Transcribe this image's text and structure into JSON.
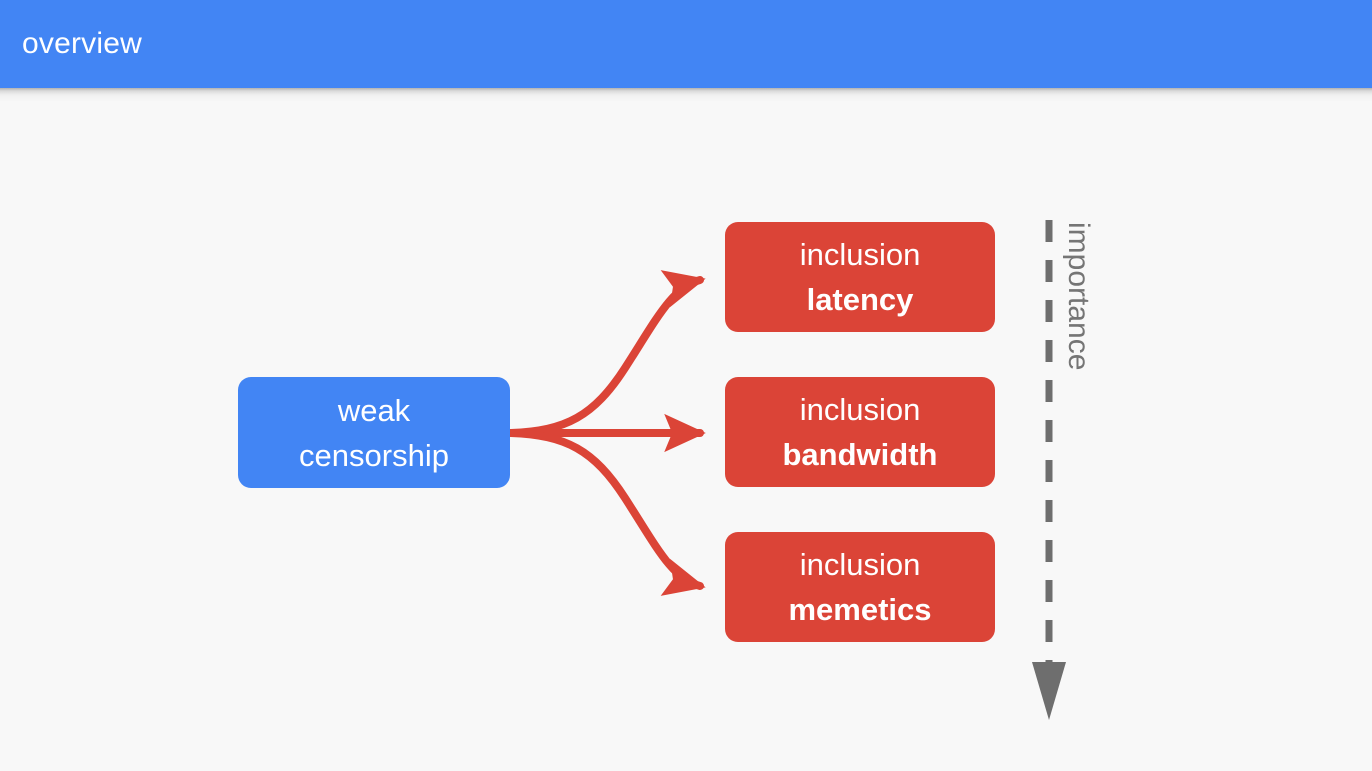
{
  "header": {
    "title": "overview",
    "background_color": "#4285f4",
    "text_color": "#ffffff"
  },
  "canvas": {
    "background_color": "#f8f8f8"
  },
  "diagram": {
    "source_node": {
      "line1": "weak",
      "line2": "censorship",
      "color": "#4285f4",
      "line2_bold": false
    },
    "targets": [
      {
        "line1": "inclusion",
        "line2": "latency",
        "color": "#db4437"
      },
      {
        "line1": "inclusion",
        "line2": "bandwidth",
        "color": "#db4437"
      },
      {
        "line1": "inclusion",
        "line2": "memetics",
        "color": "#db4437"
      }
    ],
    "edge_color": "#db4437",
    "axis": {
      "label": "importance",
      "color": "#757575",
      "direction": "down",
      "style": "dashed"
    }
  }
}
